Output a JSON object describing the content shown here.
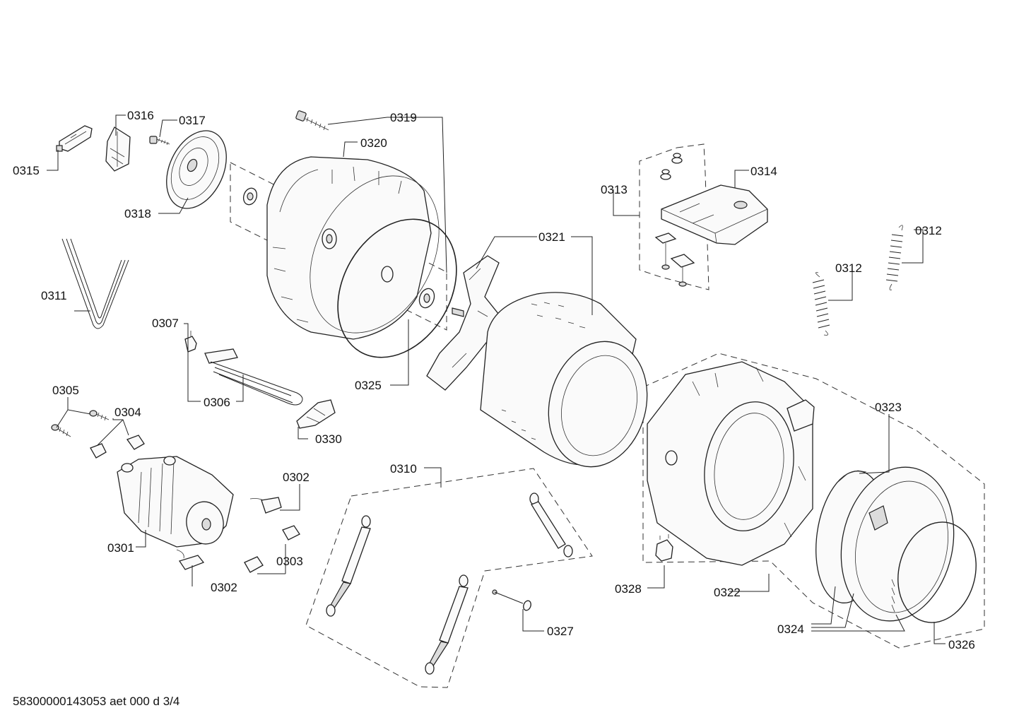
{
  "diagram": {
    "labels": {
      "p0301": "0301",
      "p0302a": "0302",
      "p0302b": "0302",
      "p0303": "0303",
      "p0304": "0304",
      "p0305": "0305",
      "p0306": "0306",
      "p0307": "0307",
      "p0310": "0310",
      "p0311": "0311",
      "p0312a": "0312",
      "p0312b": "0312",
      "p0313": "0313",
      "p0314": "0314",
      "p0315": "0315",
      "p0316": "0316",
      "p0317": "0317",
      "p0318": "0318",
      "p0319": "0319",
      "p0320": "0320",
      "p0321": "0321",
      "p0322": "0322",
      "p0323": "0323",
      "p0324": "0324",
      "p0325": "0325",
      "p0326": "0326",
      "p0327": "0327",
      "p0328": "0328",
      "p0330": "0330"
    },
    "footer": "58300000143053 aet 000 d 3/4"
  }
}
